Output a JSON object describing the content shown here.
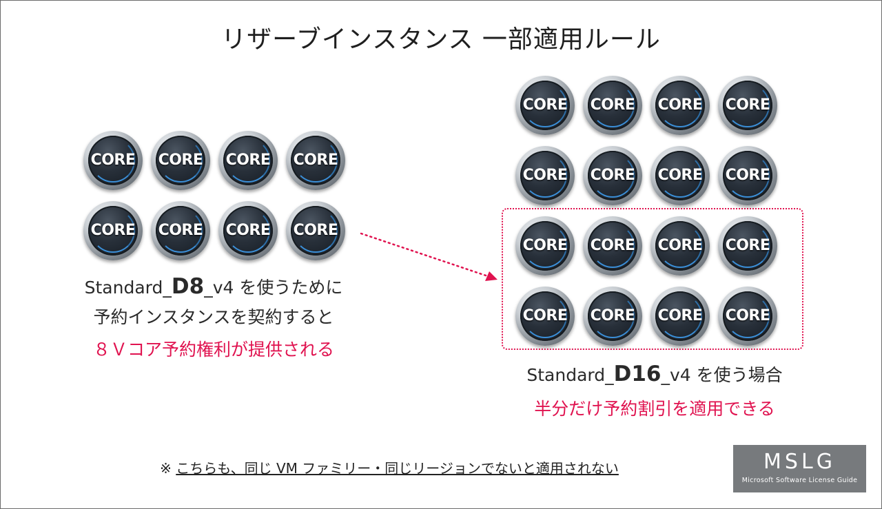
{
  "title": "リザーブインスタンス 一部適用ルール",
  "coin_label": "CORE",
  "left": {
    "core_count": 8,
    "caption_line1_pre": "Standard_",
    "caption_line1_big": "D8",
    "caption_line1_post": "_v4 を使うために",
    "caption_line2": "予約インスタンスを契約すると",
    "caption_highlight": "８Ｖコア予約権利が提供される"
  },
  "right": {
    "core_count": 16,
    "reserved_core_count": 8,
    "caption_line1_pre": "Standard_",
    "caption_line1_big": "D16",
    "caption_line1_post": "_v4 を使う場合",
    "caption_highlight": "半分だけ予約割引を適用できる"
  },
  "note": {
    "mark": "※ ",
    "text": "こちらも、同じ VM ファミリー・同じリージョンでないと適用されない"
  },
  "logo": {
    "main": "MSLG",
    "sub": "Microsoft Software License Guide"
  },
  "colors": {
    "accent": "#e0124f",
    "text": "#222222",
    "logo_bg": "#777a7d"
  }
}
